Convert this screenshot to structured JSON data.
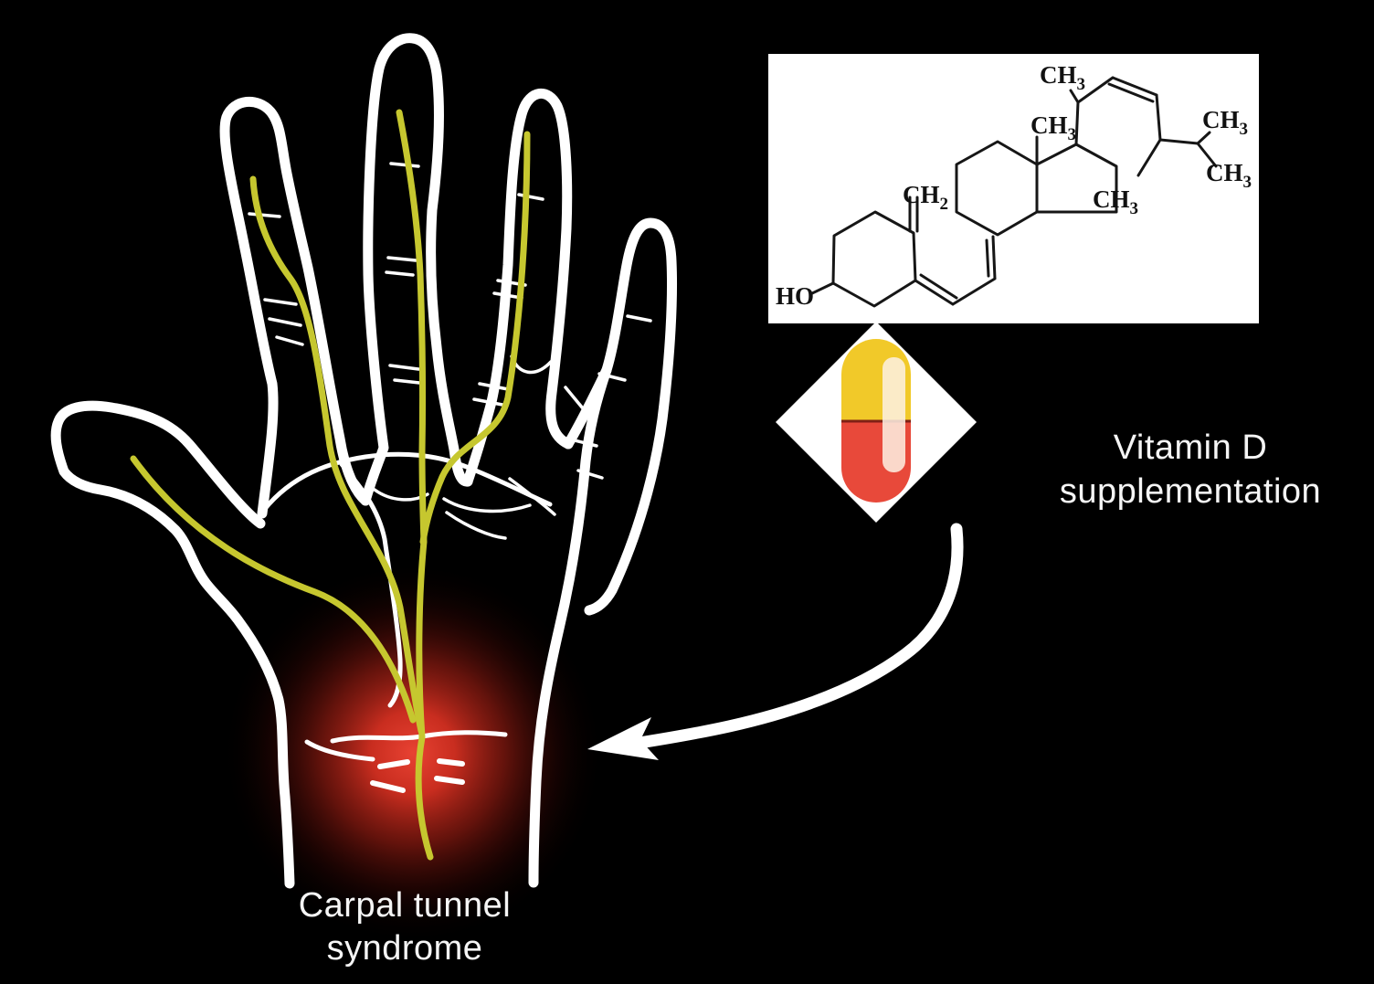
{
  "background_color": "#000000",
  "carpal_label": {
    "line1": "Carpal tunnel",
    "line2": "syndrome",
    "color": "#f5f5f5"
  },
  "vitamin_label": {
    "line1": "Vitamin D",
    "line2": "supplementation",
    "color": "#f5f5f5"
  },
  "hand": {
    "outline_color": "#ffffff",
    "nerve_color": "#c6c72f",
    "glow_color": "#ef4434"
  },
  "pill": {
    "top_color": "#f1c929",
    "bottom_color": "#e8493a",
    "divider_color": "#7e2015",
    "highlight_color": "#fdf1e4",
    "backdrop_color": "#ffffff"
  },
  "molecule": {
    "panel_color": "#ffffff",
    "bond_color": "#161616",
    "label_color": "#111111",
    "labels": {
      "c21": {
        "main": "CH",
        "sub": "3"
      },
      "c18": {
        "main": "CH",
        "sub": "3"
      },
      "ch2": {
        "main": "CH",
        "sub": "2"
      },
      "ho": {
        "main": "HO",
        "sub": ""
      },
      "c26": {
        "main": "CH",
        "sub": "3"
      },
      "c27": {
        "main": "CH",
        "sub": "3"
      },
      "c28": {
        "main": "CH",
        "sub": "3"
      }
    }
  },
  "arrow": {
    "color": "#ffffff"
  }
}
